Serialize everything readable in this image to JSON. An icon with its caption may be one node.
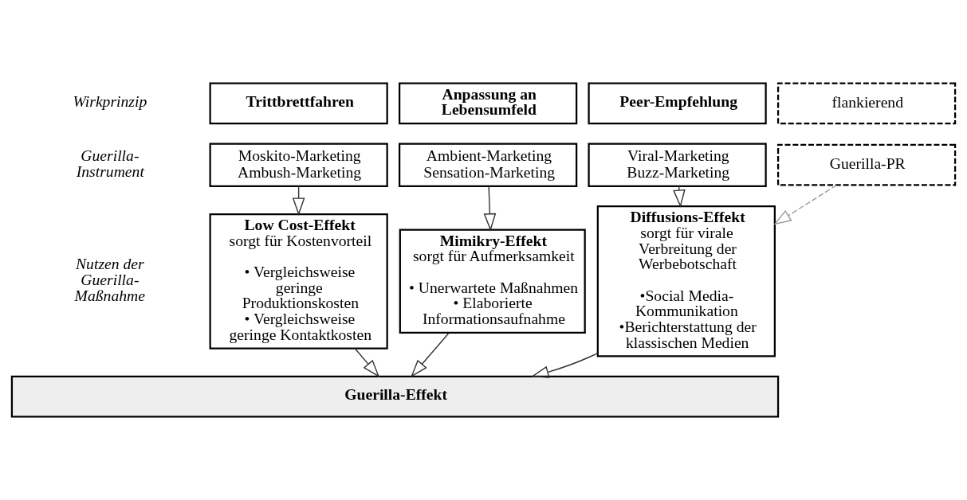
{
  "diagram": {
    "nodes": [
      {
        "text": [
          "Trittbrettfahren"
        ]
      },
      {
        "text": [
          "Moskito-Marketing Ambush-Marketing"
        ]
      },
      {
        "text": [
          "Anpassung an Lebensumfeld"
        ]
      },
      {
        "text": [
          "Ambient-Marketing Sensation-Marketing"
        ]
      },
      {
        "text": [
          "Peer-Empfehlung"
        ]
      },
      {
        "text": [
          "Viral-Marketing Buzz-Marketing"
        ]
      },
      {
        "text": [
          "flankierend"
        ]
      },
      {
        "text": [
          "Guerilla-PR"
        ]
      },
      {
        "text": [
          "Low Cost-Effekt",
          "sorgt für Kostenvorteil",
          "• Vergleichsweise geringe Produktionskosten",
          "• Vergleichsweise geringe Kontaktkosten"
        ]
      },
      {
        "text": [
          "Mimikry-Effekt",
          "sorgt für Aufmerksamkeit",
          "• Unerwartete Maßnahmen",
          "• Elaborierte Informationsaufnahme"
        ]
      },
      {
        "text": [
          "Diffusions-Effekt",
          "sorgt für virale Verbreitung der Werbebotschaft",
          "•Social Media-Kommunikation",
          "•Berichterstattung der klassischen Medien"
        ]
      },
      {
        "text": [
          "Guerilla-Effekt"
        ]
      }
    ],
    "edges": [
      {
        "from": 1,
        "to": 8,
        "arrow": "to"
      },
      {
        "from": 3,
        "to": 9,
        "arrow": "to"
      },
      {
        "from": 5,
        "to": 10,
        "arrow": "to"
      },
      {
        "from": 7,
        "to": 10,
        "arrow": "to",
        "style": "dashed",
        "color": "#999999"
      },
      {
        "from": 8,
        "to": 11,
        "arrow": "to"
      },
      {
        "from": 9,
        "to": 11,
        "arrow": "to"
      },
      {
        "from": 10,
        "to": 11,
        "arrow": "to"
      }
    ],
    "labels": [
      "Wirkprinzip",
      "Guerilla-Instrument",
      "Nutzen der Guerilla-Maßnahme"
    ]
  }
}
